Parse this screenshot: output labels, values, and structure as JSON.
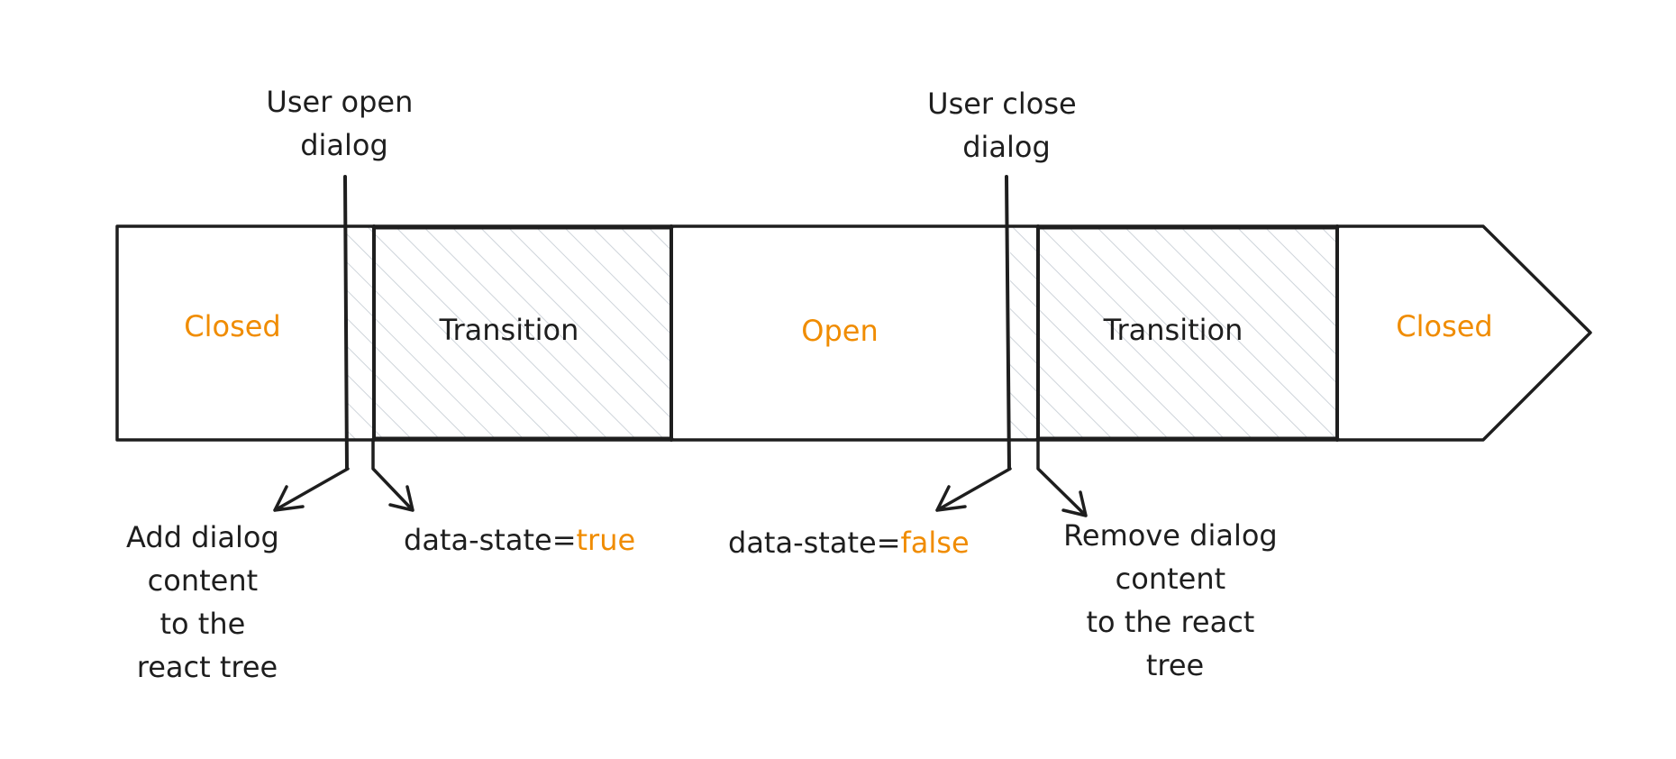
{
  "colors": {
    "ink": "#1e1e1e",
    "accent": "#f08c00",
    "hatch": "#ced4da",
    "background": "#ffffff"
  },
  "timeline": {
    "segments": [
      {
        "label": "Closed",
        "kind": "state"
      },
      {
        "label": "Transition",
        "kind": "transition"
      },
      {
        "label": "Open",
        "kind": "state"
      },
      {
        "label": "Transition",
        "kind": "transition"
      },
      {
        "label": "Closed",
        "kind": "state"
      }
    ]
  },
  "events": {
    "open": {
      "lines": [
        "User open",
        "dialog"
      ]
    },
    "close": {
      "lines": [
        "User close",
        "dialog"
      ]
    }
  },
  "annotations": {
    "add_content": {
      "lines": [
        "Add dialog",
        "content",
        "to the",
        "react tree"
      ]
    },
    "state_true": {
      "prefix": "data-state=",
      "value": "true"
    },
    "state_false": {
      "prefix": "data-state=",
      "value": "false"
    },
    "remove_content": {
      "lines": [
        "Remove dialog",
        "content",
        "to the react",
        "tree"
      ]
    }
  }
}
